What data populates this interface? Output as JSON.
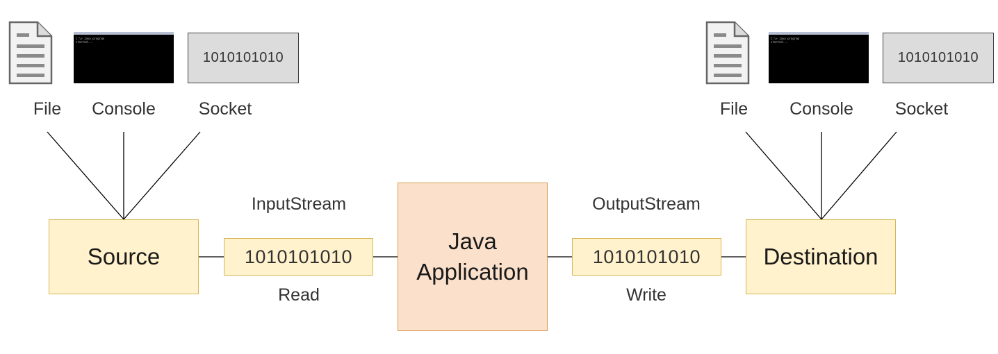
{
  "source_side": {
    "file_label": "File",
    "console_label": "Console",
    "socket_label": "Socket",
    "socket_bits": "1010101010",
    "node_label": "Source"
  },
  "input_stream": {
    "label": "InputStream",
    "bits": "1010101010",
    "action": "Read"
  },
  "app": {
    "line1": "Java",
    "line2": "Application"
  },
  "output_stream": {
    "label": "OutputStream",
    "bits": "1010101010",
    "action": "Write"
  },
  "destination_side": {
    "file_label": "File",
    "console_label": "Console",
    "socket_label": "Socket",
    "socket_bits": "1010101010",
    "node_label": "Destination"
  },
  "colors": {
    "node_fill": "#fff2cc",
    "node_stroke": "#d6b656",
    "app_fill": "#fbe1cc",
    "app_stroke": "#d79b4e",
    "socket_fill": "#dcdcdc"
  }
}
